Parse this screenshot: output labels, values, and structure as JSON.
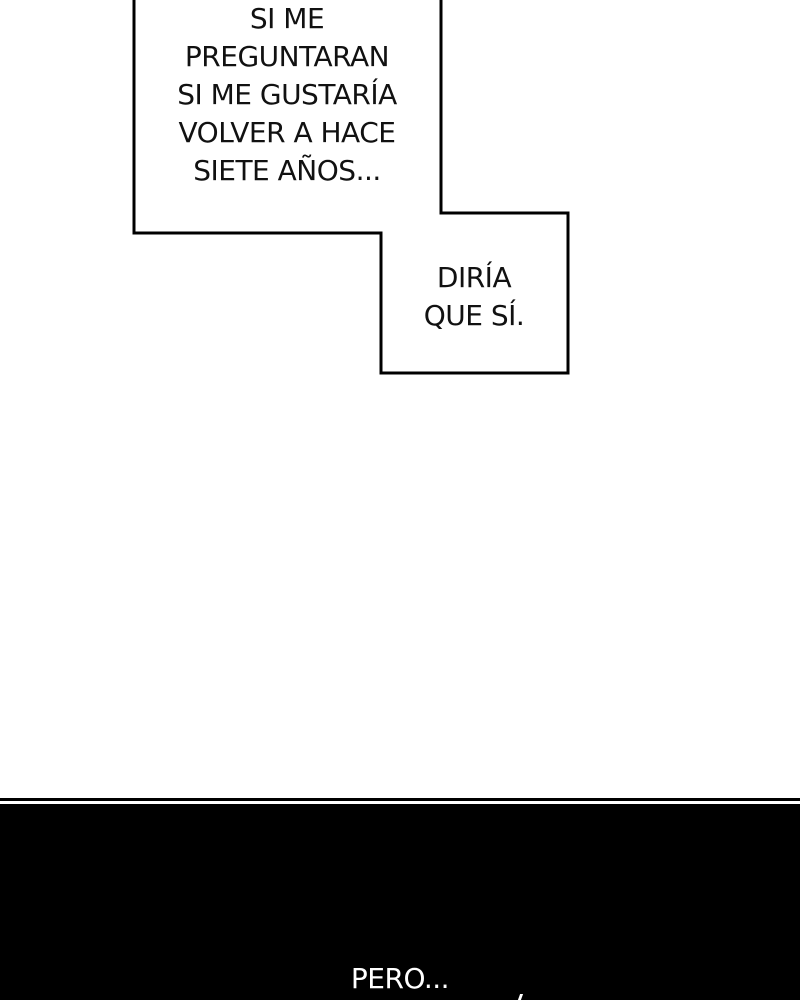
{
  "caption_upper": {
    "lines": [
      "SI ME",
      "PREGUNTARAN",
      "SI ME GUSTARÍA",
      "VOLVER A HACE",
      "SIETE AÑOS..."
    ]
  },
  "caption_lower": {
    "lines": [
      "DIRÍA",
      "QUE SÍ."
    ]
  },
  "dark_panel": {
    "text": "PERO..."
  },
  "colors": {
    "background": "#ffffff",
    "ink": "#111111",
    "dark_panel": "#000000",
    "dark_text": "#ffffff"
  }
}
